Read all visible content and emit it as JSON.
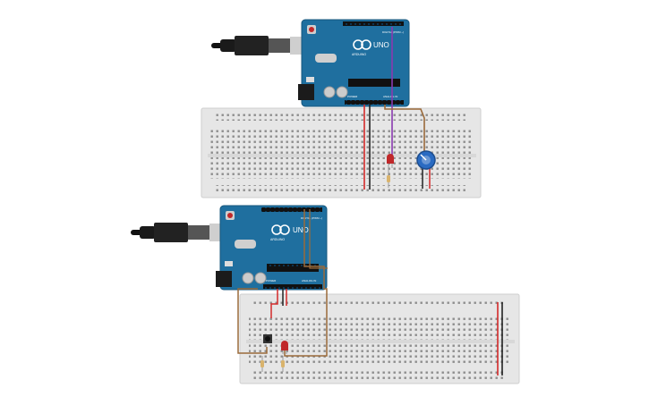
{
  "circuits": [
    {
      "board": {
        "logo": "UNO",
        "brand": "ARDUINO",
        "digital_label": "DIGITAL (PWM ~)",
        "power_label": "POWER",
        "analog_label": "ANALOG IN"
      },
      "components": [
        "usb-cable",
        "breadboard",
        "led-red",
        "resistor",
        "potentiometer"
      ]
    },
    {
      "board": {
        "logo": "UNO",
        "brand": "ARDUINO",
        "digital_label": "DIGITAL (PWM ~)",
        "power_label": "POWER",
        "analog_label": "ANALOG IN"
      },
      "components": [
        "usb-cable",
        "breadboard",
        "push-button",
        "led-red",
        "resistor",
        "resistor"
      ]
    }
  ],
  "colors": {
    "board": "#1f6f9f",
    "board_dark": "#17577d",
    "breadboard": "#e6e6e6",
    "wire_red": "#d42a2a",
    "wire_black": "#222222",
    "wire_brown": "#9a6a3a",
    "wire_purple": "#8a3ab0",
    "led_red": "#c0282a",
    "pot_blue": "#2a6bc2"
  }
}
